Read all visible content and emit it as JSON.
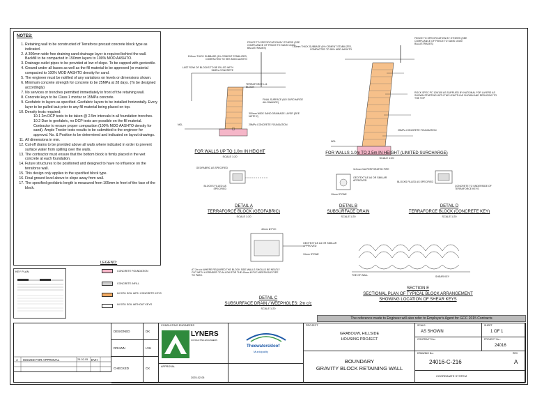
{
  "notes": {
    "heading": "NOTES:",
    "items": [
      "Retaining wall to be constructed of Terraforce precast concrete block type as indicated.",
      "A 300mm wide free draining sand drainage layer is required behind the wall. Backfill to be compacted in 150mm layers to 100% MOD AASHTO.",
      "Drainage outlet pipes to be provided at low of slope. To be capped with geotextile.",
      "Ground under all bases as well as the fill material to be approved (or material compacted to 100% MOD AASHTO density for sand.",
      "The engineer must be notified of any variations on levels or dimensions shown.",
      "Minimum concrete strength for concrete to be 25MPa at 28 days. (To be designed accordingly)",
      "No services or trenches permitted immediately in front of the retaining wall.",
      "Concrete keys to be Class 1 mortar or 15MPa concrete.",
      "Geofabric to layers as specified. Geofabric layers to be installed horizontally. Every layer to be pulled taut prior to any fill material being placed on top.",
      "Density tests required:",
      "All dimensions in mm.",
      "Cut-off drains to be provided above all walls where indicated in order to prevent surface water from spilling over the walls.",
      "The contractor must ensure that the bottom block is firmly placed in the wet concrete at each foundation.",
      "Future structures to be positioned and designed to have no influence on the terraforce wall.",
      "This design only applies to the specified block type.",
      "Final ground level above to slope away from wall.",
      "The specified geofabric length is measured from 105mm in front of the face of the block."
    ],
    "sub_1": "10.1  2m DCP tests to be taken @ 2.5m intervals in all foundation trenches.",
    "sub_2": "10.2  Due to geofabric, no DCP tests are possible on the fill material. Contractor to ensure proper compaction (100% MOD AASHTO density for sand). Ample Troxler tests results to be submitted to the engineer for approval. No. & Position to be determined and indicated on layout drawings."
  },
  "details": {
    "wall_up_to_1m": {
      "title": "FOR WALLS UP TO 1.0m IN HEIGHT",
      "scale": "SCALE 1:20"
    },
    "wall_1_to_2_5m": {
      "title": "FOR WALLS 1.0m TO 2.5m IN HEIGHT (LIMITED SURCHARGE)",
      "scale": "SCALE 1:20"
    },
    "detail_a": {
      "title": "DETAIL A",
      "subtitle": "TERRAFORCE BLOCK (GEOFABRIC)",
      "scale": "SCALE 1:20"
    },
    "detail_b": {
      "title": "DETAIL B",
      "subtitle": "SUBSURFACE DRAIN",
      "scale": "SCALE 1:20"
    },
    "detail_d": {
      "title": "DETAIL D",
      "subtitle": "TERRAFORCE BLOCK (CONCRETE KEY)",
      "scale": "SCALE 1:20"
    },
    "detail_c": {
      "title": "DETAIL C",
      "subtitle": "SUBSURFACE DRAIN / WEEPHOLES: 2m c/c",
      "scale": "SCALE 1:20"
    },
    "section_e": {
      "title": "SECTION E",
      "subtitle": "SECTIONAL PLAN OF TYPICAL BLOCK ARRANGEMENT",
      "subtitle2": "SHOWING LOCATION OF SHEAR KEYS"
    }
  },
  "labels": {
    "fence": "FENCE TO SPECIFICATION BY OTHERS (SEE COMPLIANCE OF FENCE TO SANS 10400 BALUSTRADES)",
    "subbase": "150mm THICK SUBBASE (6% CEMENT STABILIZED, COMPACTED TO 95% MOD AASHTO",
    "last_row": "LAST ROW OF BLOCKS TO BE FILLED WITH 15MPa CONCRETE",
    "terraforce": "TERRAFORCE L11 BLOCK",
    "final_surface": "FINAL SURFACE (NO SURCHARGE ALLOWANCE)",
    "ngl": "NGL",
    "geofabric": "GEOFABRIC AS SPECIFIED",
    "blocks_filled": "BLOCKS FILLED AS SPECIFIED",
    "stone": "19mm STONE",
    "drain_pipe": "110mm DIA PERFORATED PIPE",
    "geotextile": "GEOTEXTILE A4 OR SIMILAR APPROVED",
    "concrete_key": "CONCRETE TO UNDERSIDE OF TERRAFORCE KEYS",
    "foundation": "25MPa CONCRETE FOUNDATION",
    "drain_layer": "300mm WIDE SAND DRAINAGE LAYER (SEE NOTE 2)",
    "weephole": "AT 2m c/c WHERE REQUIRED THE BLOCK SIDE WALLS SHOULD BE NEATLY CUT WITH A GRINDER TO ALLOW FOR THE 40mm Ø PVC WEEPHOLE PIPE TO PASS.",
    "shear_key": "SHEAR KEY",
    "toe": "TOE OF WALL",
    "pvc": "40mm Ø PVC",
    "key_pos": "ROCK SPEC PC 105/108 AS SUPPLIED BY NATIONAL FOR LAYERS AS SHOWN STARTING WITH THE LENGTH AS SHOWN AND REDUCING TO THE TOP"
  },
  "legend": {
    "title": "LEGEND:",
    "items": [
      {
        "label": "CONCRETE FOUNDATION",
        "color": "#f5b6c8"
      },
      {
        "label": "CONCRETE INFILL",
        "color": "#cfcfcf"
      },
      {
        "label": "IN SITU SOIL WITH CONCRETE KEYS",
        "color": "#f0a860"
      },
      {
        "label": "IN SITU SOIL WITHOUT KEYS",
        "color": "#ffffff"
      }
    ]
  },
  "locality": {
    "title": "KEY PLAN"
  },
  "reference_note": "The reference made to Engineer will also refer to Employer's Agent for GCC 2015 Contracts",
  "title_block": {
    "designed": "DESIGNED",
    "drawn": "DRAWN",
    "checked": "CHECKED",
    "dk": "DK",
    "lvh": "LVH",
    "rev_a": "A",
    "rev_desc": "ISSUED FOR APPROVAL",
    "rev_date": "25-02-05",
    "rev_by": "DVH",
    "consulting": "CONSULTING ENGINEERS",
    "firm": "LYNERS",
    "firm_sub": "CONSULTING ENGINEERS",
    "client_logo": "Theewaterskloof",
    "client_sub": "Municipality",
    "project_label": "PROJECT",
    "project_line1": "GRABOUW, HILLSIDE",
    "project_line2": "HOUSING PROJECT",
    "title_line1": "BOUNDARY",
    "title_line2": "GRAVITY BLOCK RETAINING WALL",
    "scale_label": "SCALE:",
    "scale_value": "AS SHOWN",
    "sheet_label": "SHEET",
    "sheet_value": "1 OF 1",
    "contract_label": "CONTRACT No.:",
    "project_no_label": "PROJECT No.:",
    "project_no": "24016",
    "drawing_label": "DRAWING No.:",
    "rev_label": "REV",
    "drawing_no": "24016-C-216",
    "rev_value": "A",
    "coord": "COORDINATE SYSTEM",
    "approval": "APPROVAL",
    "date_val": "2025-02-05",
    "checked_ck": "CK"
  }
}
